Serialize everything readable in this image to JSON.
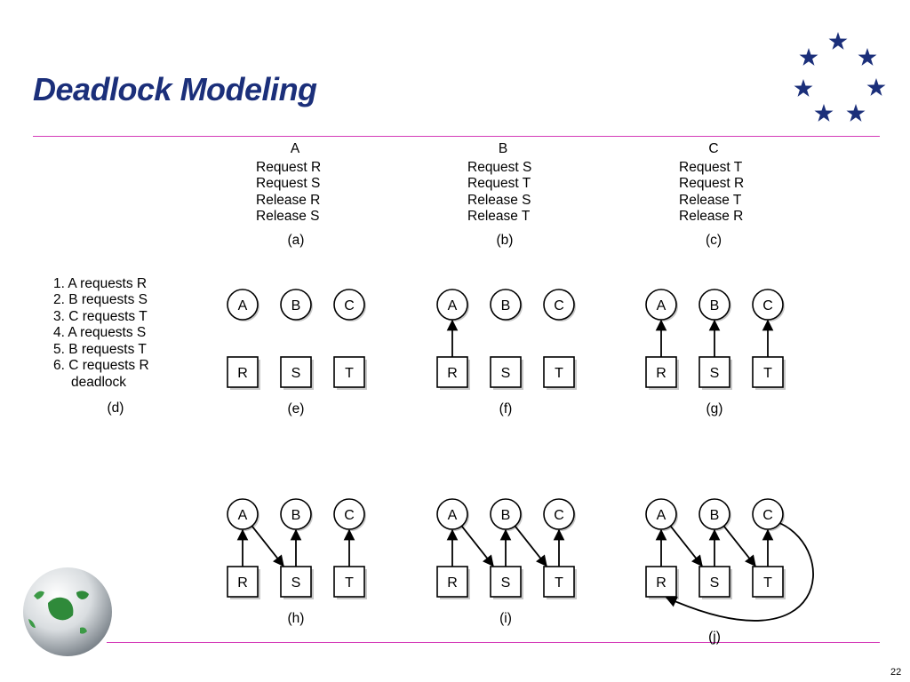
{
  "title": "Deadlock Modeling",
  "page_number": "22",
  "processes": [
    {
      "name": "A",
      "steps": [
        "Request R",
        "Request S",
        "Release R",
        "Release S"
      ],
      "caption": "(a)"
    },
    {
      "name": "B",
      "steps": [
        "Request S",
        "Request T",
        "Release S",
        "Release T"
      ],
      "caption": "(b)"
    },
    {
      "name": "C",
      "steps": [
        "Request T",
        "Request R",
        "Release T",
        "Release R"
      ],
      "caption": "(c)"
    }
  ],
  "sequence": {
    "steps": [
      "1. A requests R",
      "2. B requests S",
      "3. C requests T",
      "4. A requests S",
      "5. B requests T",
      "6. C requests R"
    ],
    "result": "deadlock",
    "caption": "(d)"
  },
  "graphs": [
    {
      "caption": "(e)",
      "processes": [
        "A",
        "B",
        "C"
      ],
      "resources": [
        "R",
        "S",
        "T"
      ],
      "edges": []
    },
    {
      "caption": "(f)",
      "processes": [
        "A",
        "B",
        "C"
      ],
      "resources": [
        "R",
        "S",
        "T"
      ],
      "edges": [
        {
          "from": "R",
          "to": "A"
        }
      ]
    },
    {
      "caption": "(g)",
      "processes": [
        "A",
        "B",
        "C"
      ],
      "resources": [
        "R",
        "S",
        "T"
      ],
      "edges": [
        {
          "from": "R",
          "to": "A"
        },
        {
          "from": "S",
          "to": "B"
        },
        {
          "from": "T",
          "to": "C"
        }
      ]
    },
    {
      "caption": "(h)",
      "processes": [
        "A",
        "B",
        "C"
      ],
      "resources": [
        "R",
        "S",
        "T"
      ],
      "edges": [
        {
          "from": "R",
          "to": "A"
        },
        {
          "from": "S",
          "to": "B"
        },
        {
          "from": "T",
          "to": "C"
        },
        {
          "from": "A",
          "to": "S"
        }
      ]
    },
    {
      "caption": "(i)",
      "processes": [
        "A",
        "B",
        "C"
      ],
      "resources": [
        "R",
        "S",
        "T"
      ],
      "edges": [
        {
          "from": "R",
          "to": "A"
        },
        {
          "from": "S",
          "to": "B"
        },
        {
          "from": "T",
          "to": "C"
        },
        {
          "from": "A",
          "to": "S"
        },
        {
          "from": "B",
          "to": "T"
        }
      ]
    },
    {
      "caption": "(j)",
      "processes": [
        "A",
        "B",
        "C"
      ],
      "resources": [
        "R",
        "S",
        "T"
      ],
      "edges": [
        {
          "from": "R",
          "to": "A"
        },
        {
          "from": "S",
          "to": "B"
        },
        {
          "from": "T",
          "to": "C"
        },
        {
          "from": "A",
          "to": "S"
        },
        {
          "from": "B",
          "to": "T"
        },
        {
          "from": "C",
          "to": "R"
        }
      ]
    }
  ],
  "colors": {
    "title": "#1b2f7a",
    "rule": "#d43ab8",
    "stars": "#1b2f7a"
  },
  "icons": {
    "decoration": "star-ring-icon",
    "corner": "globe-icon"
  }
}
